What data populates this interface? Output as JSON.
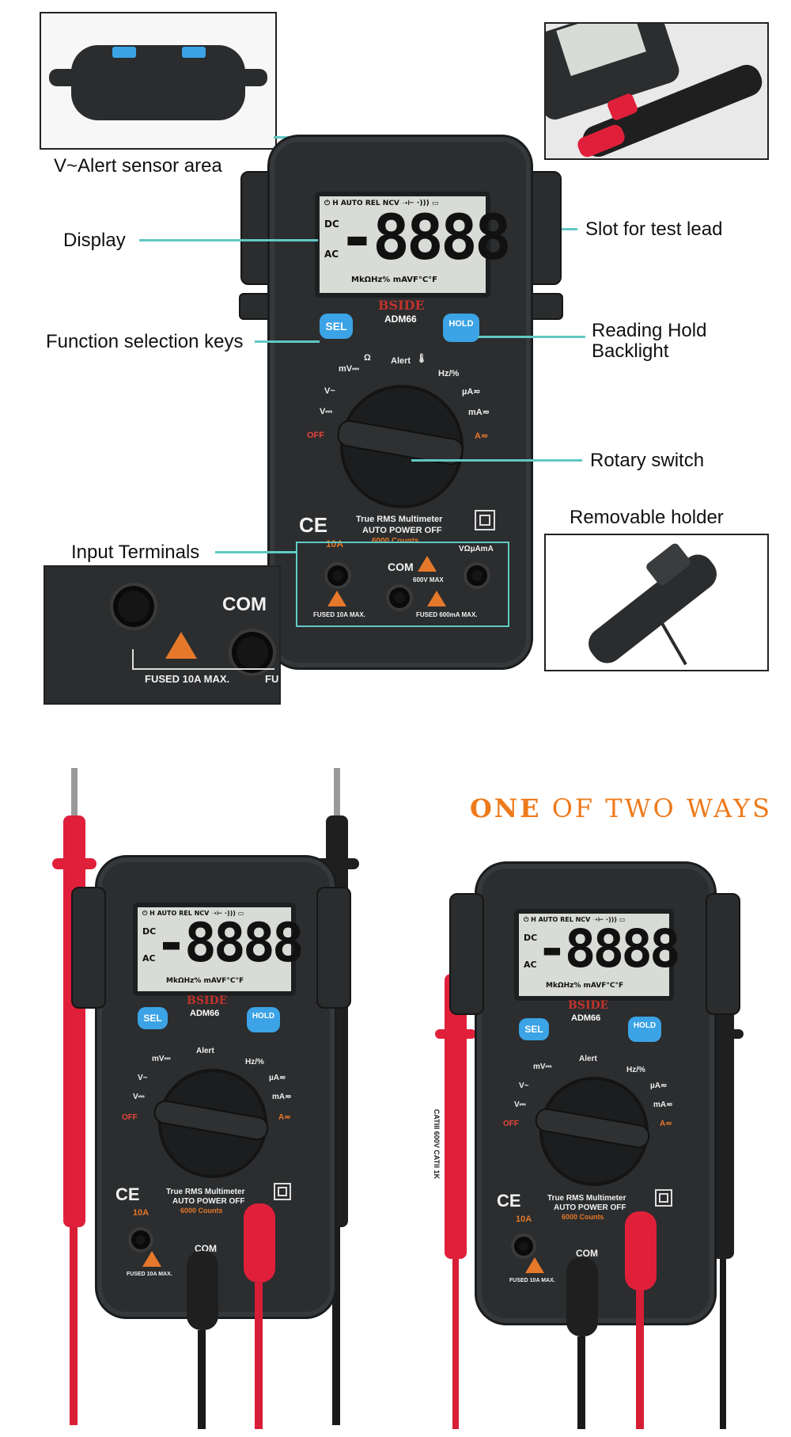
{
  "callouts": {
    "alert": "V~Alert sensor area",
    "display": "Display",
    "slot": "Slot for test lead",
    "function_keys": "Function selection keys",
    "hold": "Reading Hold",
    "backlight": "Backlight",
    "rotary": "Rotary switch",
    "holder": "Removable holder",
    "terminals": "Input Terminals"
  },
  "device": {
    "brand": "BSIDE",
    "model": "ADM66",
    "display_digits": "-8888",
    "lcd_top_row": "⏻ H AUTO REL NCV ➝⊢ ·))) ▭",
    "lcd_dc": "DC",
    "lcd_ac": "AC",
    "lcd_units": "MkΩHz% mAVF°C°F",
    "sel_key": "SEL",
    "hold_key": "HOLD",
    "dial_labels": {
      "off": "OFF",
      "v_dc": "V⎓",
      "v_ac_hz": "V~",
      "mv": "mV⎓",
      "ohm": "Ω",
      "alert": "Alert",
      "temp": "🌡",
      "hz": "Hz/%",
      "ua": "µA≂",
      "ma": "mA≂",
      "a": "A≂"
    },
    "ce": "CE",
    "title_line1": "True RMS Multimeter",
    "title_line2": "AUTO POWER OFF",
    "counts": "6000 Counts",
    "ten_a": "10A",
    "com": "COM",
    "max_v": "600V MAX",
    "fused_10a": "FUSED 10A MAX.",
    "fused_600ma": "FUSED 600mA MAX.",
    "right_terminal": "VΩµAmA",
    "probe_text": "CATIII 600V CATII 1K"
  },
  "inset_terminal": {
    "com": "COM",
    "fused": "FUSED 10A MAX.",
    "fu": "FU"
  },
  "headline": {
    "bold": "ONE",
    "rest": " OF TWO WAYS"
  }
}
